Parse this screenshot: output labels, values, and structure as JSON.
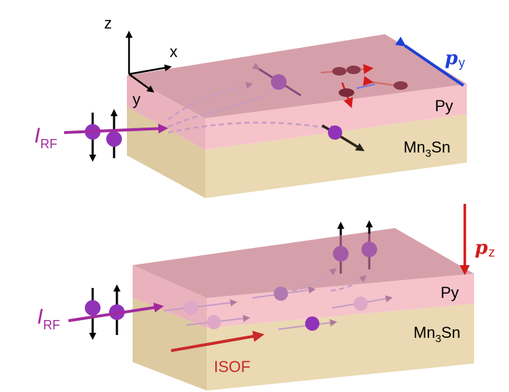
{
  "axes": {
    "z": "z",
    "x": "x",
    "y": "y"
  },
  "top_panel": {
    "layer_top": "Py",
    "layer_bottom_base": "Mn",
    "layer_bottom_sub": "3",
    "layer_bottom_tail": "Sn",
    "current_main": "I",
    "current_sub": "RF",
    "polarization_main": "p",
    "polarization_sub": "y"
  },
  "bottom_panel": {
    "layer_top": "Py",
    "layer_bottom_base": "Mn",
    "layer_bottom_sub": "3",
    "layer_bottom_tail": "Sn",
    "current_main": "I",
    "current_sub": "RF",
    "polarization_main": "p",
    "polarization_sub": "z",
    "flow_label": "ISOF"
  },
  "colors": {
    "py_top": "#d49ea7",
    "py_front": "#f4bcc4",
    "py_side": "#e6a7b1",
    "mn_front": "#ead9b2",
    "mn_side": "#d6c49b",
    "current": "#a32a9e",
    "electron": "#9132b8",
    "spin_blue": "#1f3fd6",
    "spin_red": "#d41a1a",
    "isof": "#c92a2a"
  }
}
